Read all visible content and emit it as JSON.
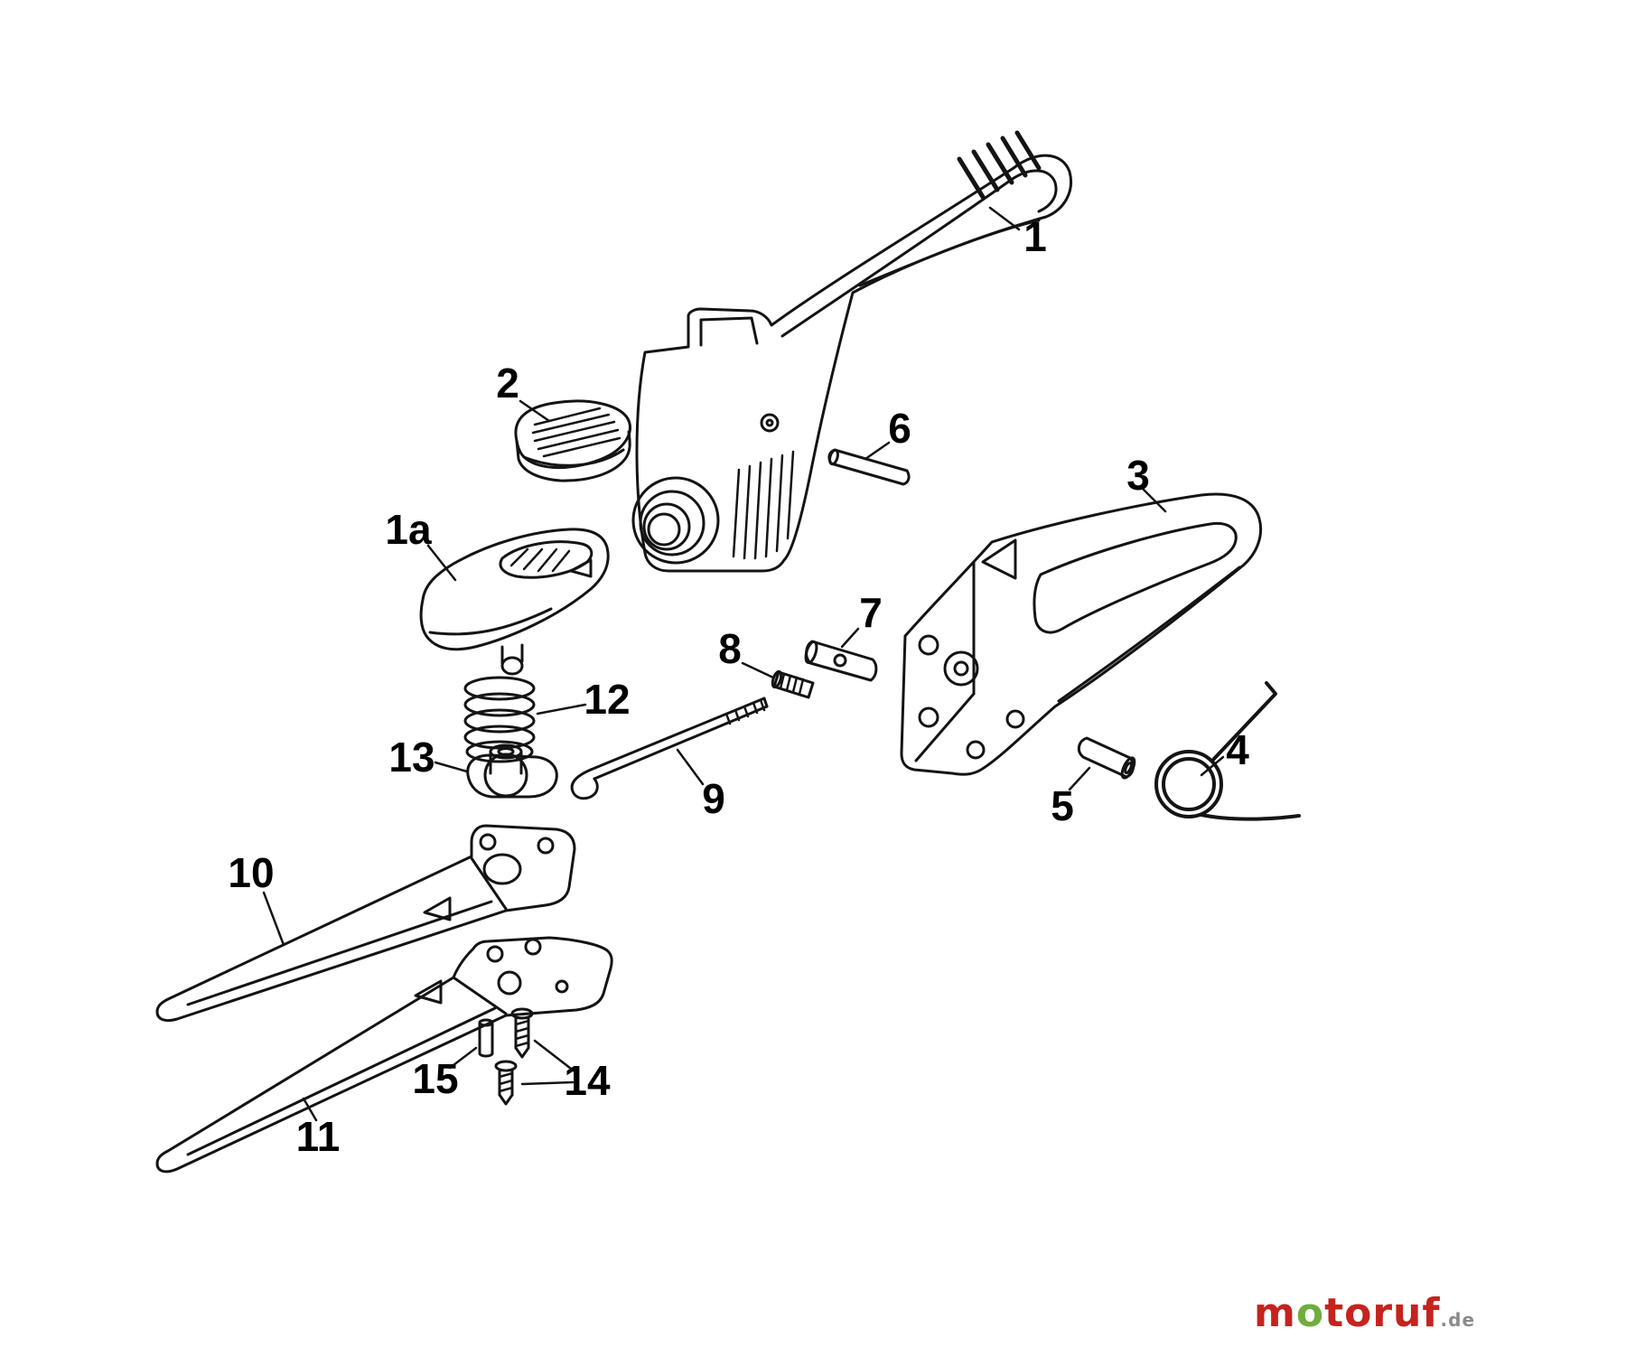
{
  "page": {
    "background_color": "#ffffff"
  },
  "colors": {
    "line": "#141414",
    "label_text": "#000000",
    "brand_red": "#c4231e",
    "brand_green": "#6fae3e",
    "tld_gray": "#8b8b8b"
  },
  "diagram": {
    "type": "exploded-parts-diagram",
    "labels": [
      "1",
      "2",
      "1a",
      "6",
      "3",
      "7",
      "8",
      "12",
      "13",
      "9",
      "5",
      "4",
      "10",
      "11",
      "15",
      "14"
    ]
  },
  "watermark": {
    "prefix": "m",
    "logo_o": "o",
    "suffix": "toruf",
    "tld": ".de"
  }
}
